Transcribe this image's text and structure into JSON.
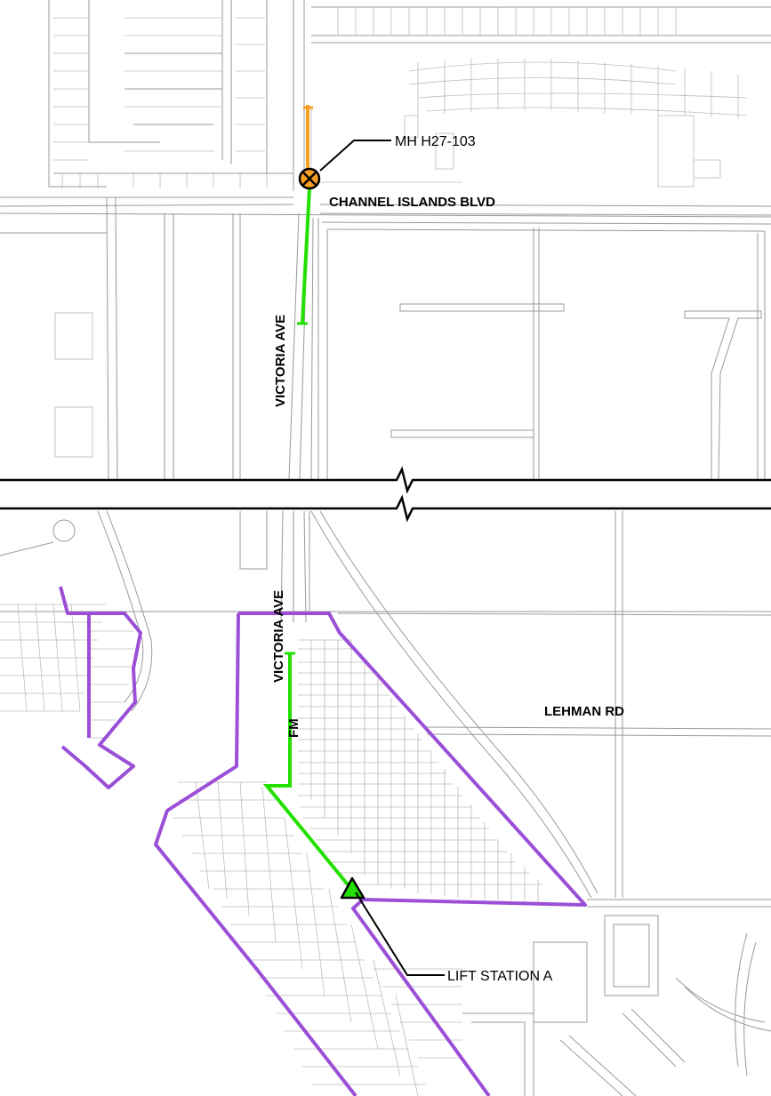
{
  "labels": {
    "channel_islands": "CHANNEL ISLANDS BLVD",
    "victoria_upper": "VICTORIA AVE",
    "victoria_lower": "VICTORIA AVE",
    "fm": "FM",
    "lehman": "LEHMAN RD"
  },
  "callouts": {
    "manhole": "MH H27-103",
    "lift_station": "LIFT STATION A"
  },
  "colors": {
    "force_main": "#22e000",
    "gravity_sewer": "#f5a020",
    "boundary": "#9b4fd6",
    "manhole_fill": "#f5a020",
    "lift_station_fill": "#22e000"
  },
  "icons": {
    "manhole": "circle-x-icon",
    "lift_station": "triangle-icon",
    "break_line": "match-break-icon"
  }
}
